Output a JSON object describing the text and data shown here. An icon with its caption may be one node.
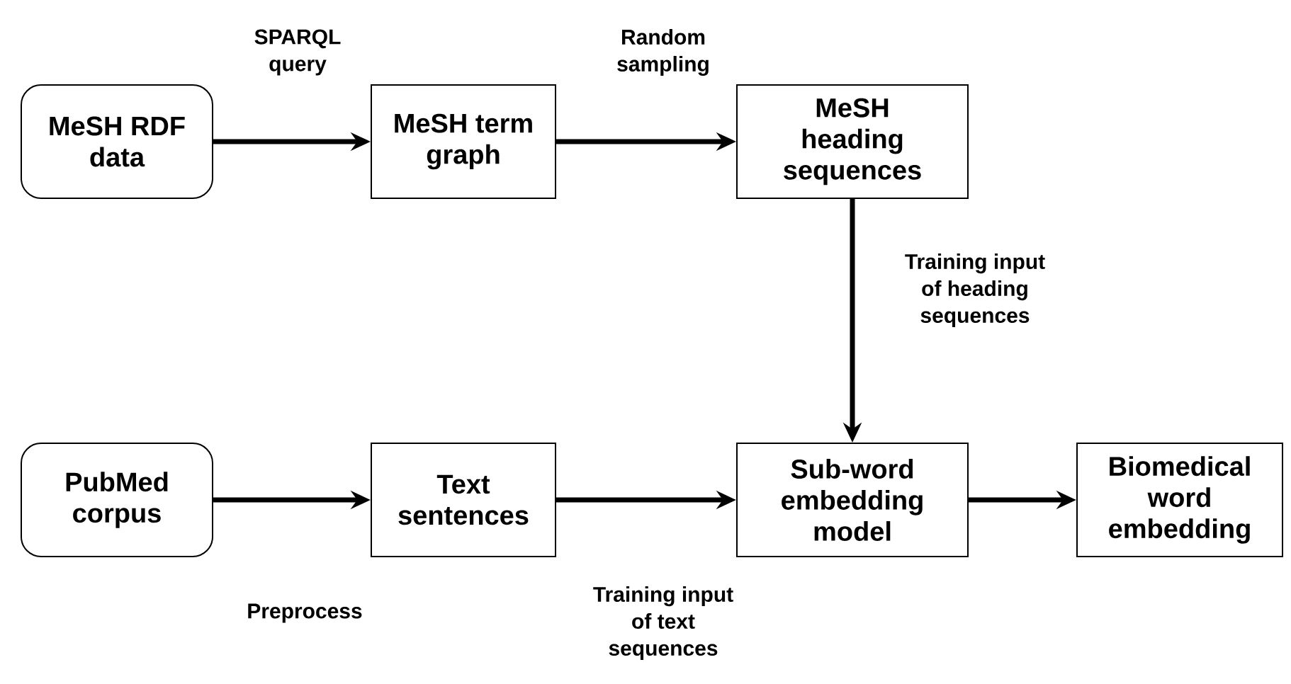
{
  "diagram": {
    "nodes": [
      {
        "text": [
          "MeSH RDF data"
        ]
      },
      {
        "text": [
          "MeSH term graph"
        ]
      },
      {
        "text": [
          "MeSH heading sequences"
        ]
      },
      {
        "text": [
          "PubMed corpus"
        ]
      },
      {
        "text": [
          "Text sentences"
        ]
      },
      {
        "text": [
          "Sub-word embedding model"
        ]
      },
      {
        "text": [
          "Biomedical word embedding"
        ]
      }
    ],
    "edges": [
      {
        "from": 0,
        "to": 1,
        "arrow": "to",
        "label": "SPARQL query"
      },
      {
        "from": 1,
        "to": 2,
        "arrow": "to",
        "label": "Random sampling"
      },
      {
        "from": 2,
        "to": 5,
        "arrow": "to",
        "label": "Training input of heading sequences"
      },
      {
        "from": 3,
        "to": 4,
        "arrow": "to",
        "label": "Preprocess"
      },
      {
        "from": 4,
        "to": 5,
        "arrow": "to",
        "label": "Training input of text sequences"
      },
      {
        "from": 5,
        "to": 6,
        "arrow": "to"
      }
    ]
  }
}
